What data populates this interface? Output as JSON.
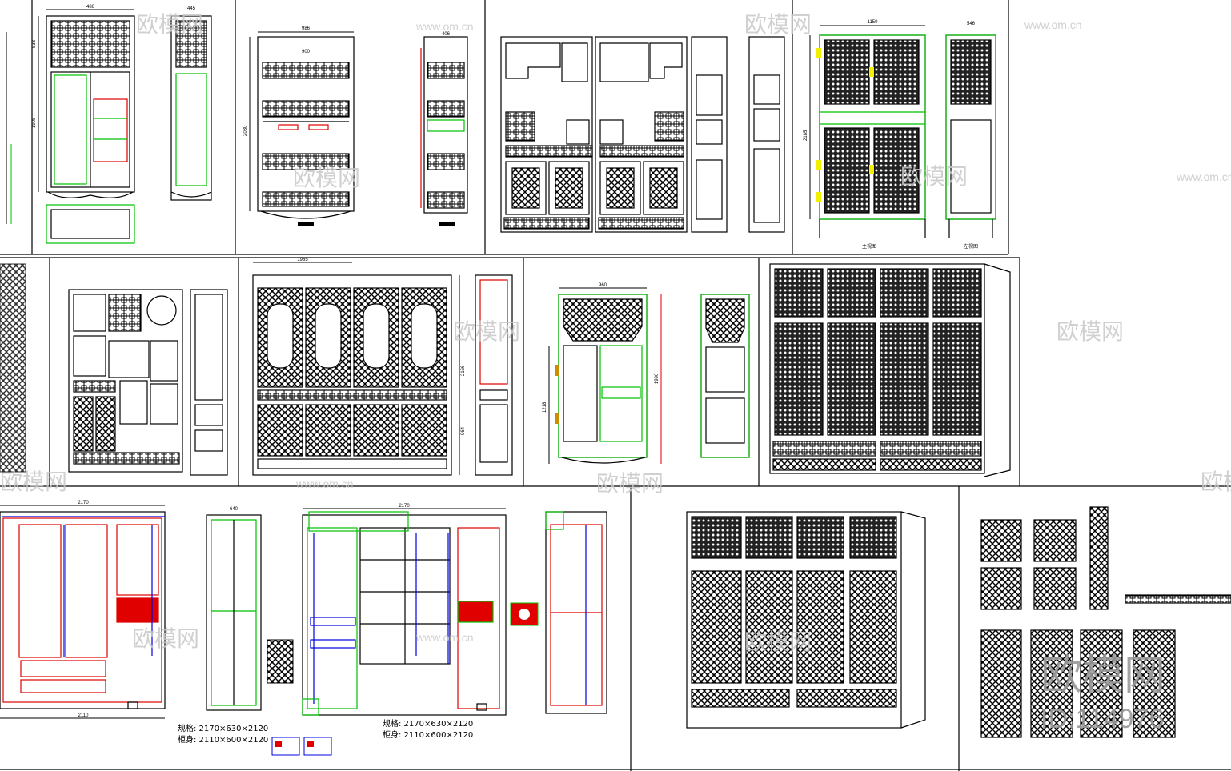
{
  "watermark": {
    "brand": "欧模网",
    "url": "www.om.cn",
    "model_id": "ID:114976"
  },
  "dimensions": {
    "top_left_width": "486",
    "top_left_depth": "445",
    "top_left_h1": "533",
    "top_left_h2": "1908",
    "shelf_width": "986",
    "shelf_inner": "900",
    "shelf_height": "2030",
    "narrow_width": "406",
    "panel_width": "1150",
    "panel_side": "546",
    "panel_height": "2185",
    "panel_label_front": "主视图",
    "panel_label_side": "左视图",
    "mid_width": "1985",
    "mid_height": "2166",
    "mid_lower": "964",
    "arch_width": "960",
    "arch_height": "1990",
    "arch_side": "1218",
    "bottom_width": "2170",
    "bottom_side": "640",
    "bottom_inner": "2110"
  },
  "specs": [
    {
      "spec_label": "规格: 2170×630×2120",
      "body_label": "柜身: 2110×600×2120"
    },
    {
      "spec_label": "规格: 2170×630×2120",
      "body_label": "柜身: 2110×600×2120"
    }
  ],
  "colors": {
    "line": "#000000",
    "green": "#00c000",
    "red": "#e00000",
    "blue": "#0000e0",
    "yellow": "#f0f000",
    "watermark": "#c8c8c8"
  }
}
